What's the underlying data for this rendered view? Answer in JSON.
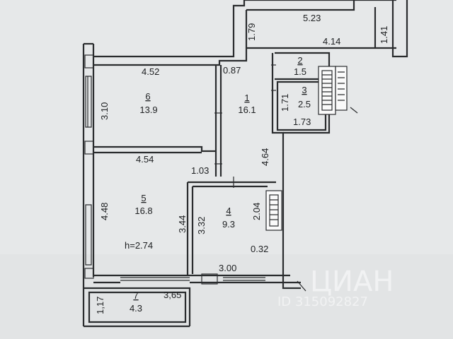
{
  "rooms": [
    {
      "number": "1",
      "area": "16.1"
    },
    {
      "number": "2",
      "area": "1.5"
    },
    {
      "number": "3",
      "area": "2.5"
    },
    {
      "number": "4",
      "area": "9.3"
    },
    {
      "number": "5",
      "area": "16.8"
    },
    {
      "number": "6",
      "area": "13.9"
    },
    {
      "number": "7",
      "area": "4.3"
    }
  ],
  "dimensions": {
    "top_523": "5.23",
    "right_141": "1.41",
    "top_179": "1.79",
    "top_414": "4.14",
    "r6_width": "4.52",
    "r6_height": "3.10",
    "r1_087": "0.87",
    "r1_464": "4.64",
    "r3_171": "1.71",
    "r3_173": "1.73",
    "r5_width": "4.54",
    "r5_103": "1.03",
    "r5_height": "4.48",
    "r5_344": "3.44",
    "r4_332": "3.32",
    "r4_204": "2.04",
    "r4_032": "0.32",
    "r4_300": "3.00",
    "r7_117": "1,17",
    "r7_365": "3,65"
  },
  "ceiling_height": "h=2.74",
  "watermark": {
    "brand": "ЦИАН",
    "id_text": "ID 315092827"
  }
}
